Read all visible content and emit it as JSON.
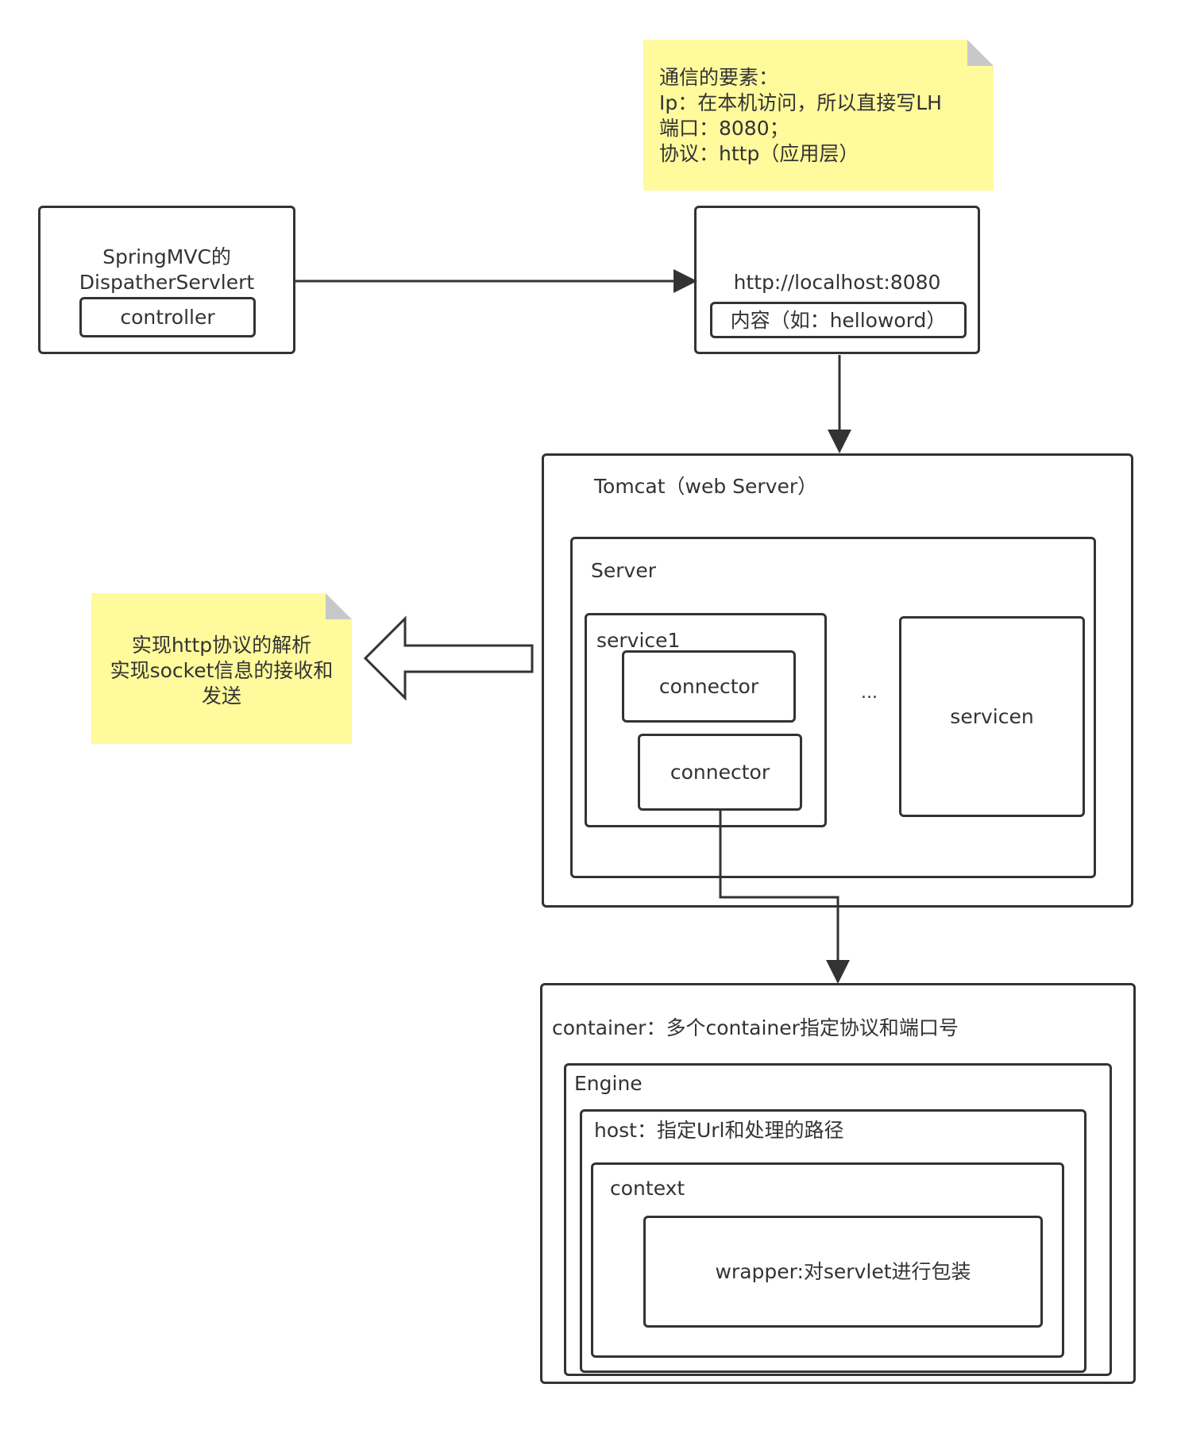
{
  "notes": {
    "protocol": {
      "lines": [
        "通信的要素：",
        "Ip：在本机访问，所以直接写LH",
        "端口：8080；",
        "协议：http（应用层）"
      ]
    },
    "connector": {
      "lines": [
        "实现http协议的解析",
        "实现socket信息的接收和",
        "发送"
      ]
    }
  },
  "spring": {
    "title_line1": "SpringMVC的",
    "title_line2": "DispatherServlert",
    "controller": "controller"
  },
  "request": {
    "url": "http://localhost:8080",
    "content": "内容（如：helloword）"
  },
  "tomcat": {
    "title": "Tomcat（web Server）",
    "server": {
      "title": "Server",
      "service1": {
        "title": "service1",
        "connector_a": "connector",
        "connector_b": "connector"
      },
      "ellipsis": "...",
      "servicen": "servicen"
    }
  },
  "container": {
    "title": "container：多个container指定协议和端口号",
    "engine": "Engine",
    "host": "host：指定Url和处理的路径",
    "context": "context",
    "wrapper": "wrapper:对servlet进行包装"
  },
  "colors": {
    "stroke": "#333333",
    "note": "#fffa9c",
    "note_fold": "#c8c8c8"
  }
}
